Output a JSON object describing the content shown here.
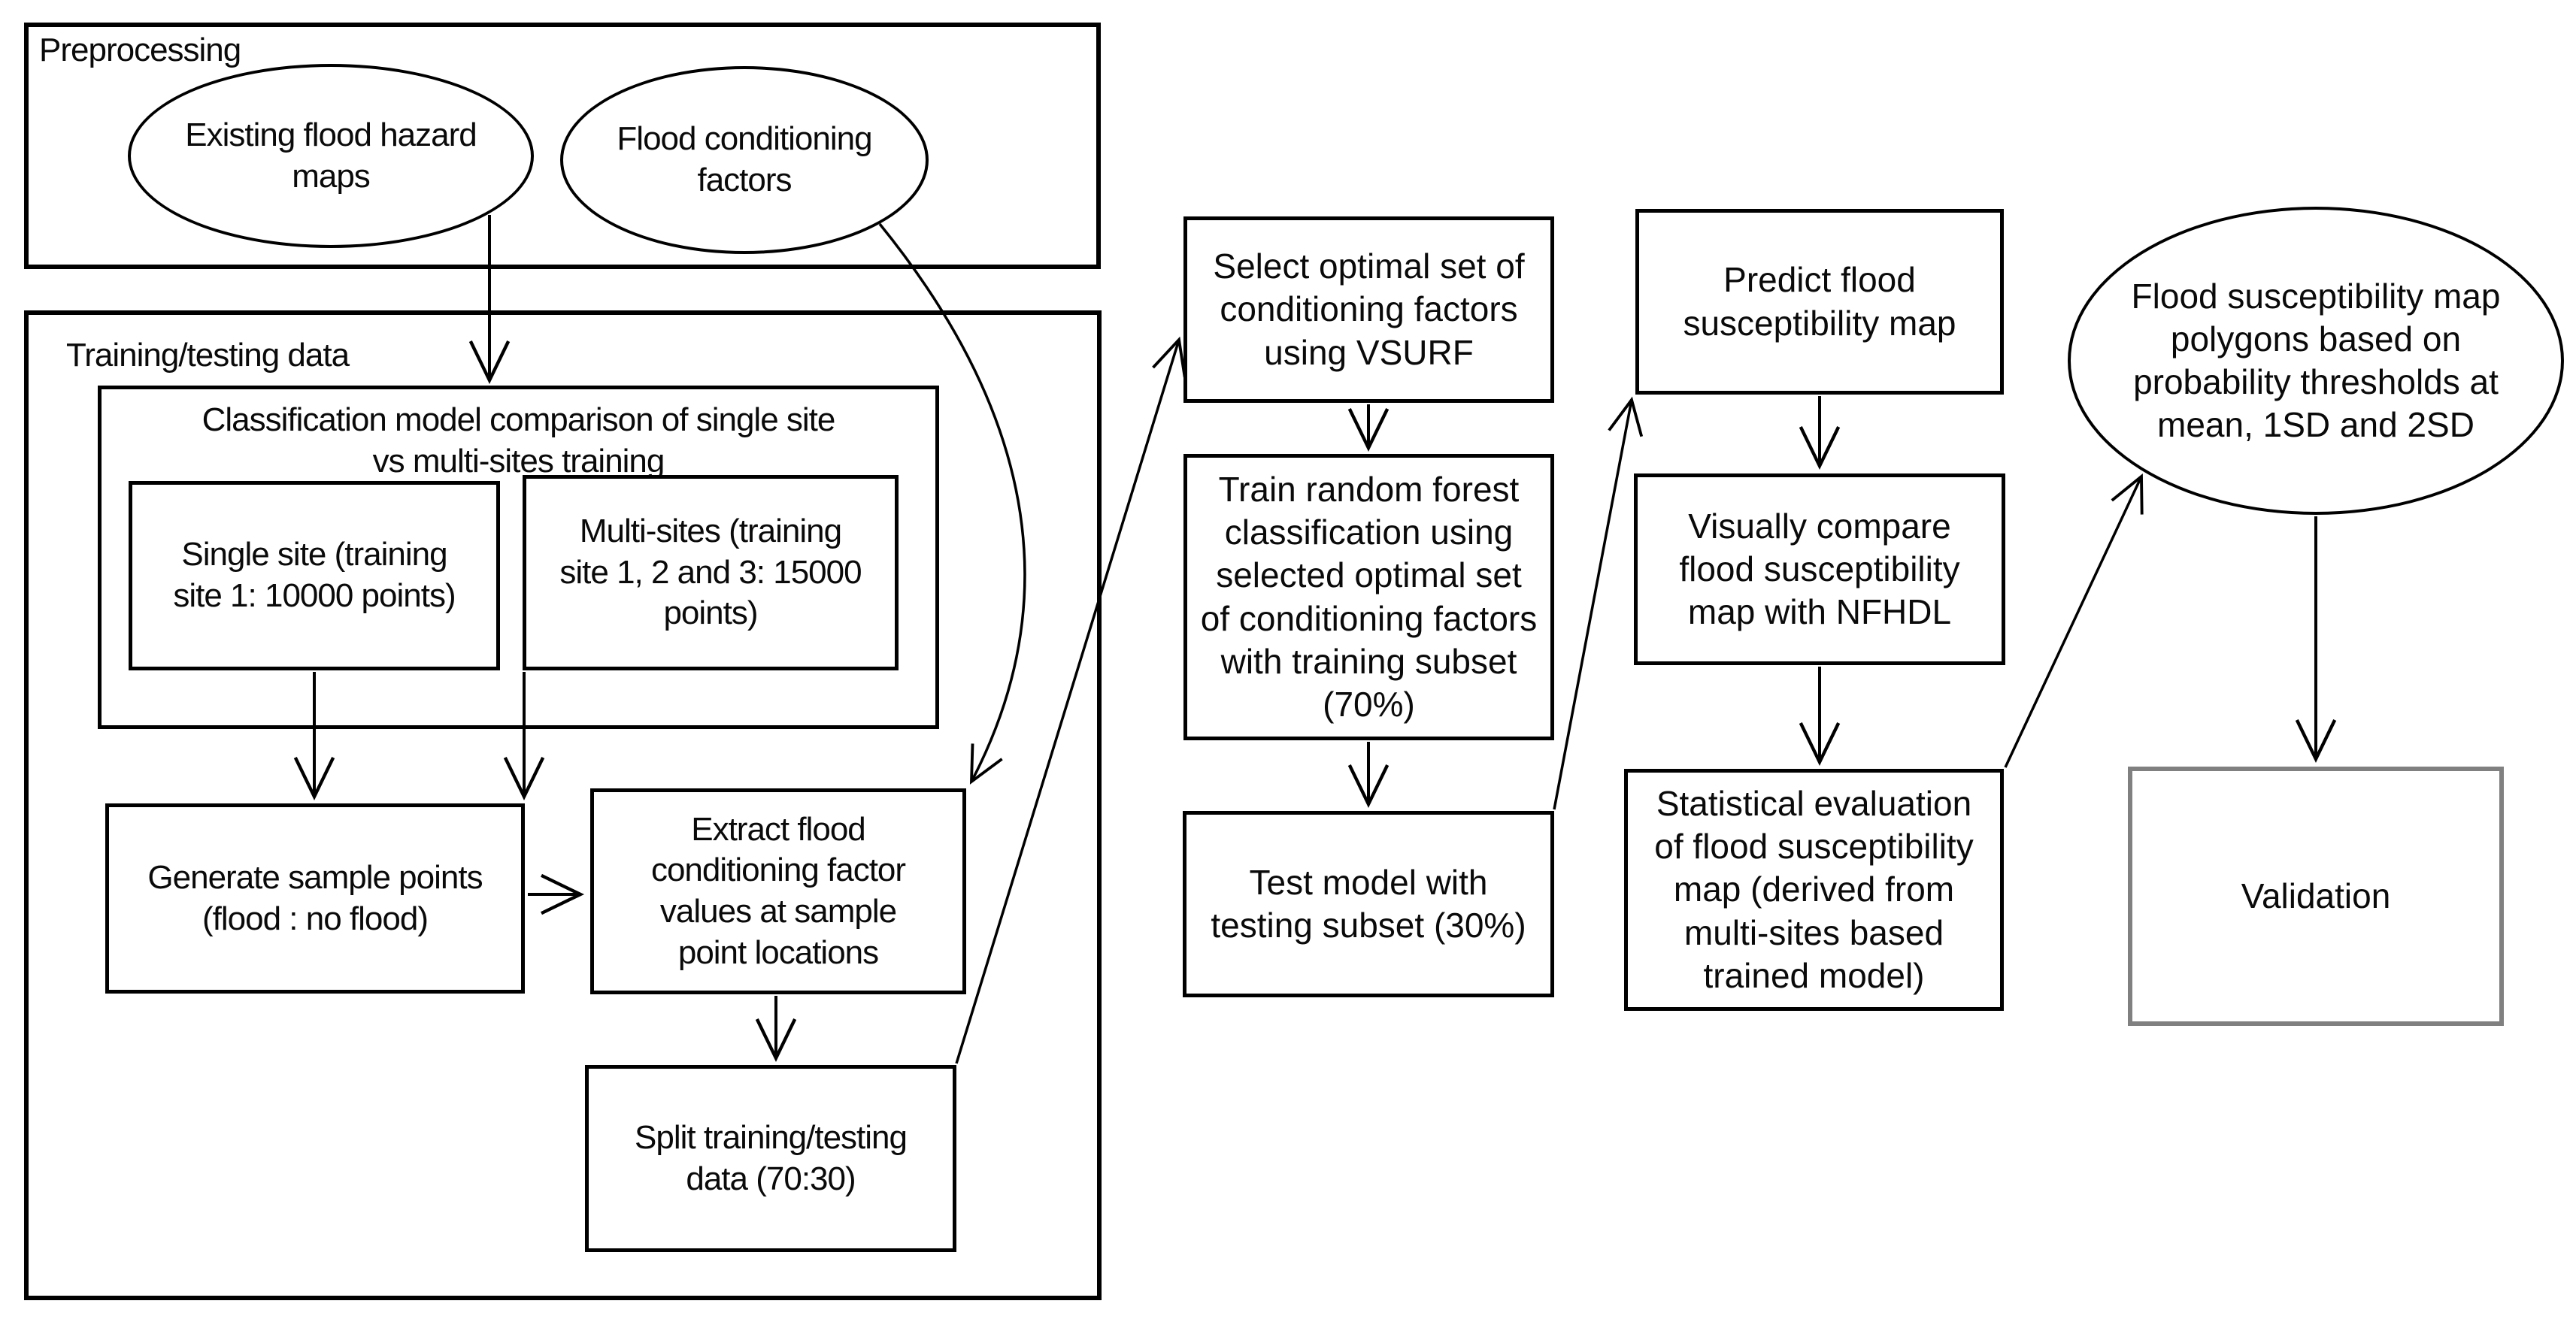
{
  "diagram": {
    "type": "flowchart",
    "colors": {
      "background": "#ffffff",
      "stroke": "#000000",
      "text": "#0a0a0a",
      "validation_border": "#808080"
    },
    "groups": {
      "preprocessing": {
        "label": "Preprocessing"
      },
      "training": {
        "label": "Training/testing data"
      }
    },
    "nodes": {
      "existing_maps": {
        "shape": "ellipse",
        "label": "Existing flood hazard\nmaps"
      },
      "conditioning_factors": {
        "shape": "ellipse",
        "label": "Flood conditioning\nfactors"
      },
      "classification": {
        "shape": "rect",
        "label": "Classification model comparison of single site\nvs multi-sites training"
      },
      "single_site": {
        "shape": "rect",
        "label": "Single site (training\nsite 1: 10000 points)"
      },
      "multi_sites": {
        "shape": "rect",
        "label": "Multi-sites (training\nsite 1, 2 and 3: 15000\npoints)"
      },
      "generate": {
        "shape": "rect",
        "label": "Generate sample points\n(flood : no flood)"
      },
      "extract": {
        "shape": "rect",
        "label": "Extract flood\nconditioning factor\nvalues at sample\npoint locations"
      },
      "split": {
        "shape": "rect",
        "label": "Split training/testing\ndata (70:30)"
      },
      "select_vsurf": {
        "shape": "rect",
        "label": "Select optimal set of\nconditioning factors\nusing VSURF"
      },
      "train_rf": {
        "shape": "rect",
        "label": "Train random forest\nclassification using\nselected optimal set\nof conditioning factors\nwith training subset\n(70%)"
      },
      "test_model": {
        "shape": "rect",
        "label": "Test model with\ntesting subset (30%)"
      },
      "predict": {
        "shape": "rect",
        "label": "Predict flood\nsusceptibility map"
      },
      "visually_compare": {
        "shape": "rect",
        "label": "Visually compare\nflood susceptibility\nmap with NFHDL"
      },
      "statistical": {
        "shape": "rect",
        "label": "Statistical evaluation\nof flood susceptibility\nmap (derived from\nmulti-sites based\ntrained model)"
      },
      "polygons": {
        "shape": "ellipse",
        "label": "Flood susceptibility map\npolygons based on\nprobability thresholds at\nmean, 1SD and 2SD"
      },
      "validation": {
        "shape": "rect",
        "label": "Validation"
      }
    },
    "edges": [
      {
        "from": "existing_maps",
        "to": "classification"
      },
      {
        "from": "conditioning_factors",
        "to": "extract",
        "style": "curve"
      },
      {
        "from": "single_site",
        "to": "generate"
      },
      {
        "from": "multi_sites",
        "to": "generate"
      },
      {
        "from": "generate",
        "to": "extract"
      },
      {
        "from": "extract",
        "to": "split"
      },
      {
        "from": "split",
        "to": "select_vsurf",
        "style": "diagonal"
      },
      {
        "from": "select_vsurf",
        "to": "train_rf"
      },
      {
        "from": "train_rf",
        "to": "test_model"
      },
      {
        "from": "test_model",
        "to": "predict",
        "style": "diagonal"
      },
      {
        "from": "predict",
        "to": "visually_compare"
      },
      {
        "from": "visually_compare",
        "to": "statistical"
      },
      {
        "from": "statistical",
        "to": "polygons",
        "style": "diagonal"
      },
      {
        "from": "polygons",
        "to": "validation"
      }
    ]
  }
}
